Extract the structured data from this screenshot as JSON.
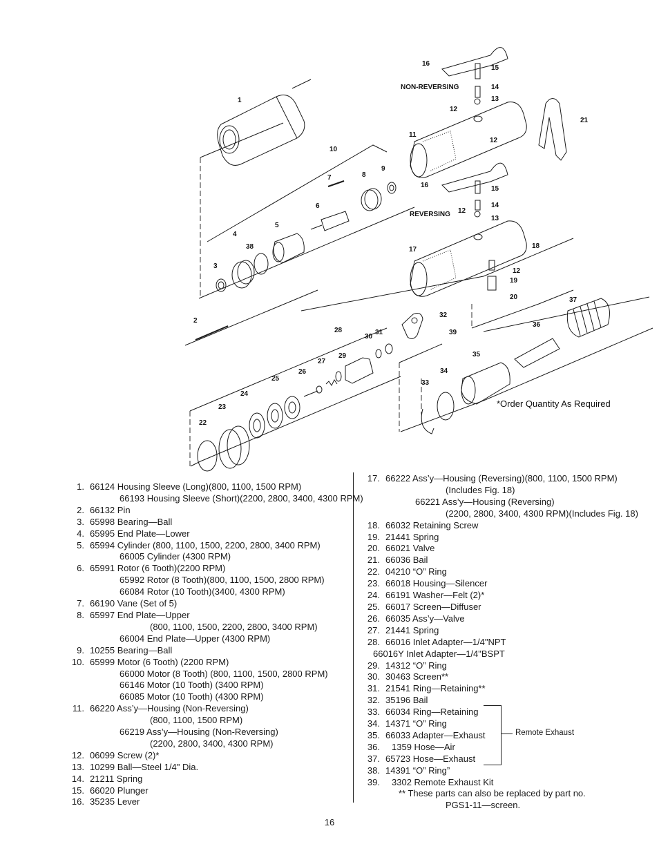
{
  "diagram": {
    "headings": {
      "non_reversing": "NON-REVERSING",
      "reversing": "REVERSING"
    },
    "note": "*Order Quantity As Required",
    "callouts": [
      "1",
      "2",
      "3",
      "4",
      "38",
      "5",
      "6",
      "7",
      "8",
      "9",
      "10",
      "11",
      "12",
      "12",
      "13",
      "14",
      "15",
      "16",
      "16",
      "15",
      "14",
      "13",
      "12",
      "17",
      "18",
      "12",
      "19",
      "20",
      "21",
      "22",
      "23",
      "24",
      "25",
      "26",
      "27",
      "28",
      "29",
      "30",
      "31",
      "32",
      "39",
      "33",
      "34",
      "35",
      "36",
      "37"
    ]
  },
  "parts_left": [
    {
      "num": "1.",
      "text": "66124 Housing Sleeve (Long)(800, 1100, 1500 RPM)"
    },
    {
      "num": "",
      "text": "66193 Housing Sleeve (Short)(2200, 2800, 3400, 4300 RPM)",
      "indent": 1
    },
    {
      "num": "2.",
      "text": "66132 Pin"
    },
    {
      "num": "3.",
      "text": "65998 Bearing—Ball"
    },
    {
      "num": "4.",
      "text": "65995 End Plate—Lower"
    },
    {
      "num": "5.",
      "text": "65994 Cylinder (800, 1100, 1500, 2200, 2800, 3400 RPM)"
    },
    {
      "num": "",
      "text": "66005 Cylinder (4300 RPM)",
      "indent": 1
    },
    {
      "num": "6.",
      "text": "65991 Rotor (6 Tooth)(2200 RPM)"
    },
    {
      "num": "",
      "text": "65992 Rotor (8 Tooth)(800, 1100, 1500, 2800 RPM)",
      "indent": 1
    },
    {
      "num": "",
      "text": "66084 Rotor (10 Tooth)(3400, 4300 RPM)",
      "indent": 1
    },
    {
      "num": "7.",
      "text": "66190 Vane (Set of 5)"
    },
    {
      "num": "8.",
      "text": "65997 End Plate—Upper"
    },
    {
      "num": "",
      "text": "(800, 1100, 1500, 2200, 2800, 3400 RPM)",
      "indent": 2
    },
    {
      "num": "",
      "text": "66004 End Plate—Upper (4300 RPM)",
      "indent": 1
    },
    {
      "num": "9.",
      "text": "10255 Bearing—Ball"
    },
    {
      "num": "10.",
      "text": "65999 Motor (6 Tooth) (2200 RPM)"
    },
    {
      "num": "",
      "text": "66000 Motor (8 Tooth) (800, 1100, 1500, 2800 RPM)",
      "indent": 1
    },
    {
      "num": "",
      "text": "66146 Motor (10 Tooth) (3400 RPM)",
      "indent": 1
    },
    {
      "num": "",
      "text": "66085 Motor (10 Tooth) (4300 RPM)",
      "indent": 1
    },
    {
      "num": "11.",
      "text": "66220 Ass’y—Housing (Non-Reversing)"
    },
    {
      "num": "",
      "text": "(800, 1100, 1500 RPM)",
      "indent": 2
    },
    {
      "num": "",
      "text": "66219 Ass’y—Housing (Non-Reversing)",
      "indent": 1
    },
    {
      "num": "",
      "text": "(2200, 2800, 3400, 4300 RPM)",
      "indent": 2
    },
    {
      "num": "12.",
      "text": "06099 Screw (2)*"
    },
    {
      "num": "13.",
      "text": "10299 Ball—Steel 1/4\" Dia."
    },
    {
      "num": "14.",
      "text": "21211 Spring"
    },
    {
      "num": "15.",
      "text": "66020 Plunger"
    },
    {
      "num": "16.",
      "text": "35235 Lever"
    }
  ],
  "parts_right": [
    {
      "num": "17.",
      "text": "66222 Ass’y—Housing (Reversing)(800, 1100, 1500 RPM)"
    },
    {
      "num": "",
      "text": "(Includes Fig. 18)",
      "indent": 2
    },
    {
      "num": "",
      "text": "66221 Ass’y—Housing (Reversing)",
      "indent": 1
    },
    {
      "num": "",
      "text": "(2200, 2800, 3400, 4300 RPM)(Includes Fig. 18)",
      "indent": 2
    },
    {
      "num": "18.",
      "text": "66032 Retaining Screw"
    },
    {
      "num": "19.",
      "text": "21441 Spring"
    },
    {
      "num": "20.",
      "text": "66021 Valve"
    },
    {
      "num": "21.",
      "text": "66036 Bail"
    },
    {
      "num": "22.",
      "text": "04210 “O” Ring"
    },
    {
      "num": "23.",
      "text": "66018 Housing—Silencer"
    },
    {
      "num": "24.",
      "text": "66191 Washer—Felt (2)*"
    },
    {
      "num": "25.",
      "text": "66017 Screen—Diffuser"
    },
    {
      "num": "26.",
      "text": "66035 Ass’y—Valve"
    },
    {
      "num": "27.",
      "text": "21441 Spring"
    },
    {
      "num": "28.",
      "text": "66016 Inlet Adapter—1/4\"NPT"
    },
    {
      "num": "",
      "text": "66016Y Inlet Adapter—1/4\"BSPT",
      "indent": 3
    },
    {
      "num": "29.",
      "text": "14312 “O” Ring"
    },
    {
      "num": "30.",
      "text": "30463 Screen**"
    },
    {
      "num": "31.",
      "text": "21541 Ring—Retaining**"
    },
    {
      "num": "32.",
      "text": "35196 Bail"
    },
    {
      "num": "33.",
      "text": "66034 Ring—Retaining"
    },
    {
      "num": "34.",
      "text": "14371 “O” Ring"
    },
    {
      "num": "35.",
      "text": "66033 Adapter—Exhaust"
    },
    {
      "num": "36.",
      "text": "1359 Hose—Air",
      "indent": 4
    },
    {
      "num": "37.",
      "text": "65723 Hose—Exhaust"
    },
    {
      "num": "38.",
      "text": "14391 “O” Ring”"
    },
    {
      "num": "39.",
      "text": "3302 Remote Exhaust Kit",
      "indent": 4
    },
    {
      "num": "",
      "text": "** These parts can also be replaced by part no.",
      "indent": 5
    },
    {
      "num": "",
      "text": "PGS1-11—screen.",
      "indent": 2
    }
  ],
  "remote_exhaust_label": "Remote Exhaust",
  "page_number": "16"
}
